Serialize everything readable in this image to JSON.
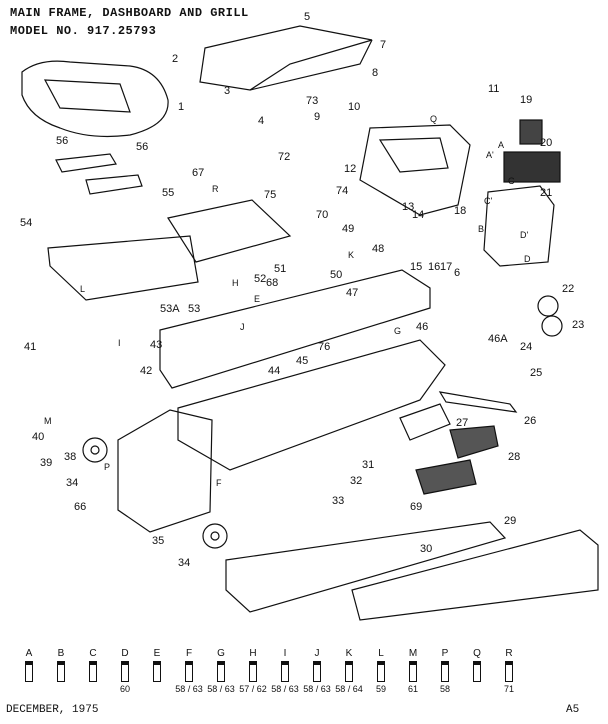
{
  "title_line1": "MAIN FRAME, DASHBOARD AND GRILL",
  "title_line2": "MODEL NO. 917.25793",
  "footer_date": "DECEMBER, 1975",
  "footer_code": "A5",
  "callouts": [
    "1",
    "2",
    "3",
    "4",
    "5",
    "7",
    "8",
    "9",
    "10",
    "11",
    "12",
    "13",
    "14",
    "15",
    "16",
    "17",
    "18",
    "19",
    "20",
    "21",
    "22",
    "23",
    "24",
    "25",
    "26",
    "27",
    "28",
    "29",
    "30",
    "31",
    "32",
    "33",
    "34",
    "34",
    "35",
    "38",
    "39",
    "40",
    "41",
    "42",
    "43",
    "44",
    "45",
    "46",
    "46A",
    "47",
    "48",
    "49",
    "50",
    "51",
    "52",
    "53",
    "53A",
    "54",
    "55",
    "56",
    "56",
    "6",
    "66",
    "67",
    "68",
    "69",
    "70",
    "72",
    "73",
    "74",
    "75",
    "76"
  ],
  "letters": [
    "A",
    "A'",
    "B",
    "C",
    "C'",
    "D",
    "D'",
    "E",
    "F",
    "G",
    "H",
    "I",
    "J",
    "K",
    "L",
    "M",
    "P",
    "Q",
    "R"
  ],
  "hardware": [
    {
      "letter": "A",
      "qty": ""
    },
    {
      "letter": "B",
      "qty": ""
    },
    {
      "letter": "C",
      "qty": ""
    },
    {
      "letter": "D",
      "qty": "60"
    },
    {
      "letter": "E",
      "qty": ""
    },
    {
      "letter": "F",
      "qty": "58 / 63"
    },
    {
      "letter": "G",
      "qty": "58 / 63"
    },
    {
      "letter": "H",
      "qty": "57 / 62"
    },
    {
      "letter": "I",
      "qty": "58 / 63"
    },
    {
      "letter": "J",
      "qty": "58 / 63"
    },
    {
      "letter": "K",
      "qty": "58 / 64"
    },
    {
      "letter": "L",
      "qty": "59"
    },
    {
      "letter": "M",
      "qty": "61"
    },
    {
      "letter": "P",
      "qty": "58"
    },
    {
      "letter": "Q",
      "qty": ""
    },
    {
      "letter": "R",
      "qty": "71"
    }
  ]
}
